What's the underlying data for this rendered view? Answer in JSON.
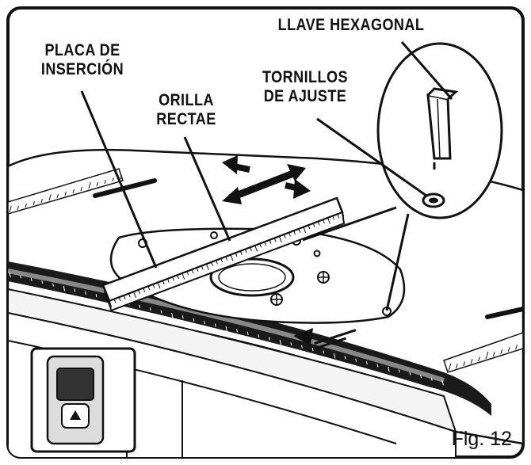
{
  "callouts": {
    "insert_plate": [
      "PLACA DE",
      "INSERCIÓN"
    ],
    "straight_edge": [
      "ORILLA",
      "RECTAE"
    ],
    "hex_key": [
      "LLAVE HEXAGONAL"
    ],
    "adjust_screws": [
      "TORNILLOS",
      "DE AJUSTE"
    ]
  },
  "figure_label": "Fig. 12",
  "colors": {
    "ink": "#111111",
    "paper": "#ffffff"
  }
}
